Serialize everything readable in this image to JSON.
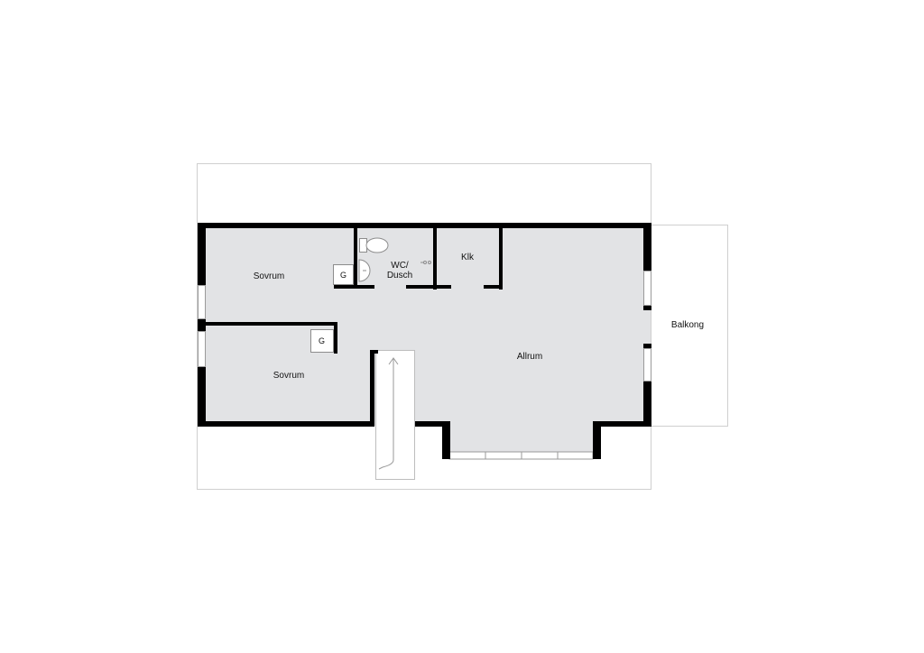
{
  "rooms": {
    "sovrum_1": "Sovrum",
    "sovrum_2": "Sovrum",
    "wc_line1": "WC/",
    "wc_line2": "Dusch",
    "klk": "Klk",
    "allrum": "Allrum",
    "balkong": "Balkong"
  },
  "wardrobes": {
    "g1": "G",
    "g2": "G"
  },
  "colors": {
    "floor": "#e2e3e5",
    "wall": "#000000",
    "outline": "#c8c8c8",
    "background": "#ffffff"
  }
}
